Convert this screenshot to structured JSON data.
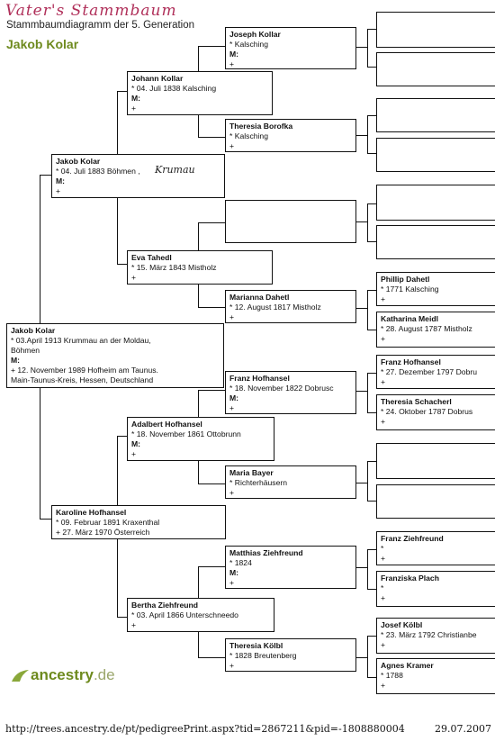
{
  "header": {
    "handwritten_title": "Vater's Stammbaum",
    "subtitle": "Stammbaumdiagramm der 5. Generation",
    "root_person": "Jakob Kolar"
  },
  "annotation": "Krumau",
  "gen1": {
    "name": "Jakob Kolar",
    "line1": "* 03.April 1913 Krummau an der Moldau,",
    "line2": "Böhmen",
    "line3": "M:",
    "line4": "+ 12. November 1989 Hofheim am Taunus.",
    "line5": "Main-Taunus-Kreis, Hessen, Deutschland"
  },
  "gen2": {
    "father": {
      "name": "Jakob Kolar",
      "birth": "* 04. Juli 1883 Böhmen ,",
      "marriage": "M:",
      "death": "+"
    },
    "mother": {
      "name": "Karoline Hofhansel",
      "birth": "* 09. Februar 1891 Kraxenthal",
      "death": "+ 27. März 1970 Österreich"
    }
  },
  "gen3": {
    "ff": {
      "name": "Johann Kollar",
      "birth": "* 04. Juli 1838 Kalsching",
      "marriage": "M:",
      "death": "+"
    },
    "fm": {
      "name": "Eva Tahedl",
      "birth": "* 15. März 1843 Mistholz",
      "death": "+"
    },
    "mf": {
      "name": "Adalbert Hofhansel",
      "birth": "* 18. November 1861 Ottobrunn",
      "marriage": "M:",
      "death": "+"
    },
    "mm": {
      "name": "Bertha Ziehfreund",
      "birth": "* 03. April 1866 Unterschneedo",
      "death": "+"
    }
  },
  "gen4": {
    "p1": {
      "name": "Joseph Kollar",
      "birth": "* Kalsching",
      "marriage": "M:",
      "death": "+"
    },
    "p2": {
      "name": "Theresia Borofka",
      "birth": "* Kalsching",
      "death": "+"
    },
    "p4": {
      "name": "Marianna Dahetl",
      "birth": "* 12. August 1817 Mistholz",
      "death": "+"
    },
    "p5": {
      "name": "Franz Hofhansel",
      "birth": "* 18. November 1822 Dobrusc",
      "marriage": "M:",
      "death": "+"
    },
    "p6": {
      "name": "Maria Bayer",
      "birth": "* Richterhäusern",
      "death": "+"
    },
    "p7": {
      "name": "Matthias Ziehfreund",
      "birth": "* 1824",
      "marriage": "M:",
      "death": "+"
    },
    "p8": {
      "name": "Theresia Kölbl",
      "birth": "* 1828 Breutenberg",
      "death": "+"
    }
  },
  "gen5": {
    "q7": {
      "name": "Phillip Dahetl",
      "birth": "* 1771 Kalsching",
      "death": "+"
    },
    "q8": {
      "name": "Katharina Meidl",
      "birth": "* 28. August 1787 Mistholz",
      "death": "+"
    },
    "q9": {
      "name": "Franz Hofhansel",
      "birth": "* 27. Dezember 1797 Dobru",
      "death": "+"
    },
    "q10": {
      "name": "Theresia Schacherl",
      "birth": "* 24. Oktober 1787 Dobrus",
      "death": "+"
    },
    "q13": {
      "name": "Franz Ziehfreund",
      "birth": "*",
      "death": "+"
    },
    "q14": {
      "name": "Franziska Plach",
      "birth": "*",
      "death": "+"
    },
    "q15": {
      "name": "Josef Kölbl",
      "birth": "* 23. März 1792 Christianbe",
      "death": "+"
    },
    "q16": {
      "name": "Agnes Kramer",
      "birth": "* 1788",
      "death": "+"
    }
  },
  "logo": {
    "brand": "ancestry",
    "suffix": ".de"
  },
  "footer": {
    "url": "http://trees.ancestry.de/pt/pedigreePrint.aspx?tid=2867211&pid=-1808880004",
    "date": "29.07.2007"
  }
}
